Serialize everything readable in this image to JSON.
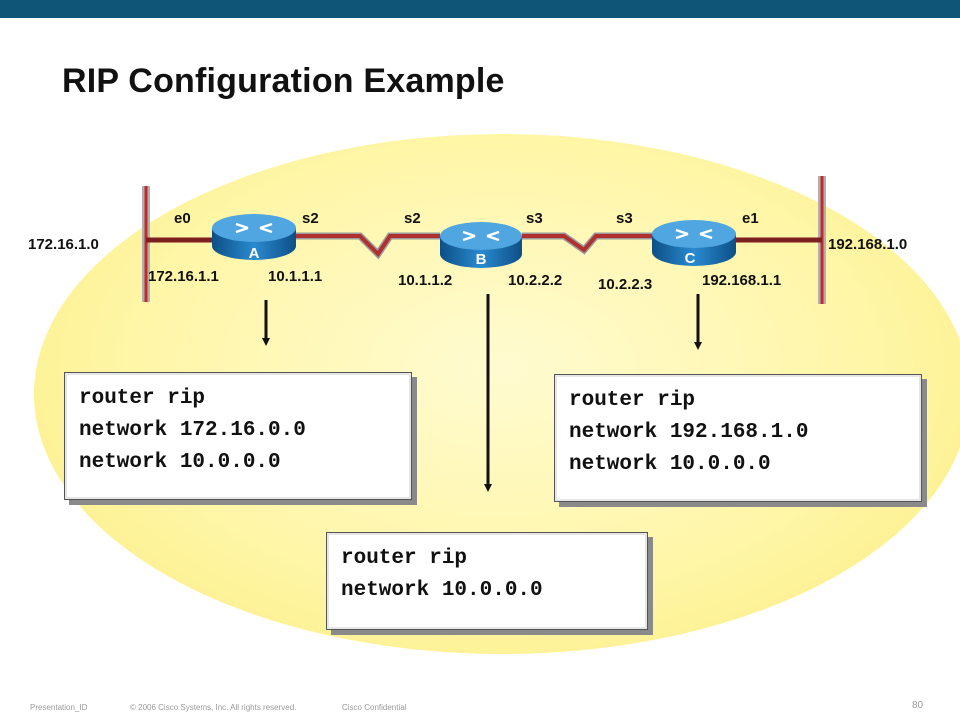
{
  "title": "RIP Configuration Example",
  "colors": {
    "top_bar": "#0e5577",
    "ellipse": "#fff6a8",
    "router": "#1b77b8",
    "serial_link": "#b03030"
  },
  "networks": {
    "left": "172.16.1.0",
    "right": "192.168.1.0"
  },
  "routers": {
    "a": {
      "name": "A",
      "if_left": "e0",
      "if_right": "s2",
      "ip_left": "172.16.1.1",
      "ip_right": "10.1.1.1",
      "config": [
        "router rip",
        "network 172.16.0.0",
        "network 10.0.0.0"
      ]
    },
    "b": {
      "name": "B",
      "if_left": "s2",
      "if_right": "s3",
      "ip_left": "10.1.1.2",
      "ip_right": "10.2.2.2",
      "config": [
        "router rip",
        "network 10.0.0.0"
      ]
    },
    "c": {
      "name": "C",
      "if_left": "s3",
      "if_right": "e1",
      "ip_left": "10.2.2.3",
      "ip_right": "192.168.1.1",
      "config": [
        "router rip",
        "network 192.168.1.0",
        "network 10.0.0.0"
      ]
    }
  },
  "footer": {
    "presentation_id": "Presentation_ID",
    "copyright": "© 2006 Cisco Systems, Inc. All rights reserved.",
    "confidential": "Cisco Confidential",
    "page": "80"
  }
}
